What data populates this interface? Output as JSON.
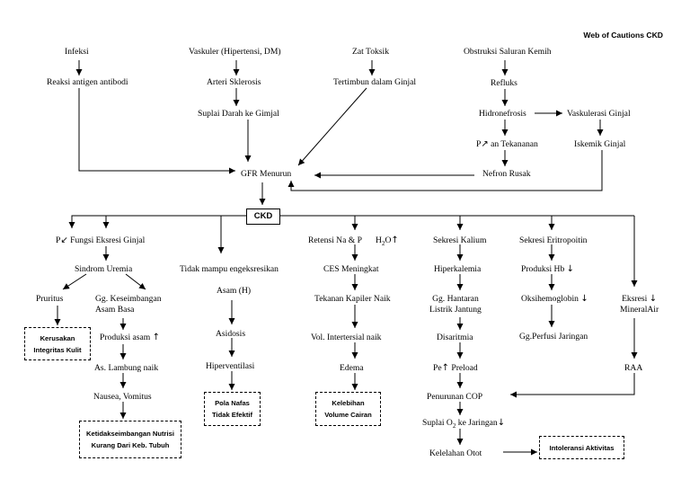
{
  "title": "Web of Cautions CKD",
  "causes": {
    "infeksi": "Infeksi",
    "reaksi": "Reaksi antigen antibodi",
    "vaskuler": "Vaskuler (Hipertensi, DM)",
    "arteri": "Arteri Sklerosis",
    "suplai": "Suplai Darah ke Gimjal",
    "zat": "Zat Toksik",
    "tertimbun": "Tertimbun dalam Ginjal",
    "obstruksi": "Obstruksi Saluran Kemih",
    "refluks": "Refluks",
    "hidronefrosis": "Hidronefrosis",
    "vaskulerasi": "Vaskulerasi Ginjal",
    "tekanan_pre": "P",
    "tekanan_post": "an Tekananan",
    "iskemik": "Iskemik Ginjal",
    "nefron": "Nefron Rusak",
    "gfr": "GFR Menurun"
  },
  "ckd": "CKD",
  "col1": {
    "fungsi_pre": "P",
    "fungsi_post": "Fungsi Eksresi Ginjal",
    "sindrom": "Sindrom Uremia",
    "pruritus": "Pruritus",
    "gg_line1": "Gg. Keseimbangan",
    "gg_line2": "Asam Basa",
    "produksi": "Produksi asam",
    "lambung": "As. Lambung naik",
    "nausea": "Nausea, Vomitus"
  },
  "col2": {
    "tidak": "Tidak mampu engeksresikan",
    "asam": "Asam (H)",
    "asidosis": "Asidosis",
    "hiper": "Hiperventilasi"
  },
  "col3": {
    "retensi": "Retensi Na & P",
    "h2o_h": "H",
    "h2o_2": "2",
    "h2o_o": "O",
    "ces": "CES Meningkat",
    "kapiler": "Tekanan Kapiler Naik",
    "vol": "Vol. Intertersial naik",
    "edema": "Edema"
  },
  "col4": {
    "kalium": "Sekresi Kalium",
    "hiperkalemia": "Hiperkalemia",
    "hantaran_line1": "Gg. Hantaran",
    "hantaran_line2": "Listrik Jantung",
    "disaritmia": "Disaritmia",
    "pe": "Pe",
    "preload": "Preload",
    "cop": "Penurunan COP",
    "suplai_o2_pre": "Suplai O",
    "suplai_o2_sub": "2",
    "suplai_o2_post": "ke Jaringan",
    "kelelahan": "Kelelahan Otot"
  },
  "col5": {
    "eritro": "Sekresi Eritropoitin",
    "hb": "Produksi Hb",
    "oksi": "Oksihemoglobin",
    "perfusi": "Gg.Perfusi Jaringan"
  },
  "col6": {
    "eks_line1": "Eksresi",
    "eks_line2": "MineralAir",
    "raa": "RAA"
  },
  "diagnoses": {
    "kulit_line1": "Kerusakan",
    "kulit_line2": "Integritas Kulit",
    "nutrisi_line1": "Ketidakseimbangan Nutrisi",
    "nutrisi_line2": "Kurang Dari Keb. Tubuh",
    "nafas_line1": "Pola Nafas",
    "nafas_line2": "Tidak Efektif",
    "cairan_line1": "Kelebihan",
    "cairan_line2": "Volume Cairan",
    "aktivitas": "Intoleransi Aktivitas"
  },
  "glyphs": {
    "up": "↑",
    "down": "↓",
    "down_left": "↙",
    "up_right": "↗"
  }
}
